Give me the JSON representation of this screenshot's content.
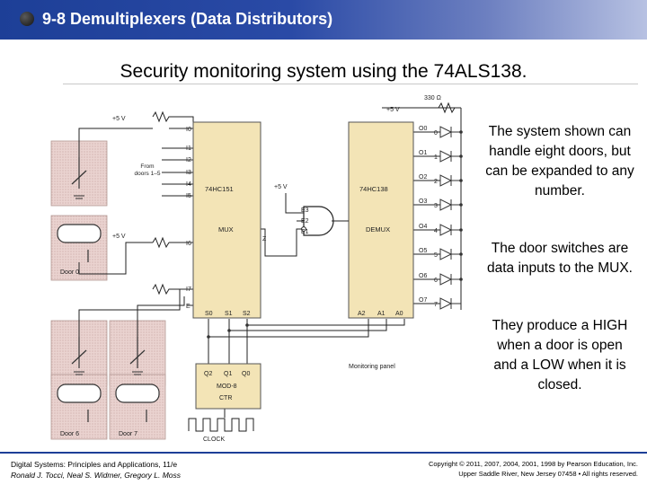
{
  "header": {
    "title": "9-8 Demultiplexers (Data Distributors)"
  },
  "slide": {
    "subtitle": "Security monitoring system using the 74ALS138."
  },
  "diagram": {
    "resistor_value": "330 Ω",
    "plus5v": "+5 V",
    "mux_part": "74HC151",
    "mux_name": "MUX",
    "demux_part": "74HC138",
    "demux_name": "DEMUX",
    "from_doors": "From doors 1–5",
    "input_labels": [
      "I0",
      "I1",
      "I2",
      "I3",
      "I4",
      "I5",
      "I6",
      "I7"
    ],
    "mux_select": [
      "S0",
      "S1",
      "S2"
    ],
    "mux_enable": "E",
    "mux_out": "Z",
    "demux_enables": [
      "E3",
      "E2",
      "E1"
    ],
    "demux_addr": [
      "A2",
      "A1",
      "A0"
    ],
    "demux_outputs": [
      "O0",
      "O1",
      "O2",
      "O3",
      "O4",
      "O5",
      "O6",
      "O7"
    ],
    "led_numbers": [
      "0",
      "1",
      "2",
      "3",
      "4",
      "5",
      "6",
      "7"
    ],
    "counter_outputs": [
      "Q2",
      "Q1",
      "Q0"
    ],
    "counter_name": "MOD-8",
    "counter_type": "CTR",
    "clock_label": "CLOCK",
    "panel_label": "Monitoring panel",
    "doors": [
      "Door 0",
      "Door 6",
      "Door 7"
    ]
  },
  "text_blocks": [
    "The system shown can handle eight doors, but can be expanded to any number.",
    "The door switches are data inputs to the MUX.",
    "They produce a HIGH when a door is open and a LOW when it is closed."
  ],
  "footer": {
    "book": "Digital Systems: Principles and Applications, 11/e",
    "authors": "Ronald J. Tocci, Neal S. Widmer, Gregory L. Moss",
    "copyright": "Copyright © 2011, 2007, 2004, 2001, 1998 by Pearson Education, Inc.",
    "address": "Upper Saddle River, New Jersey 07458 • All rights reserved."
  }
}
